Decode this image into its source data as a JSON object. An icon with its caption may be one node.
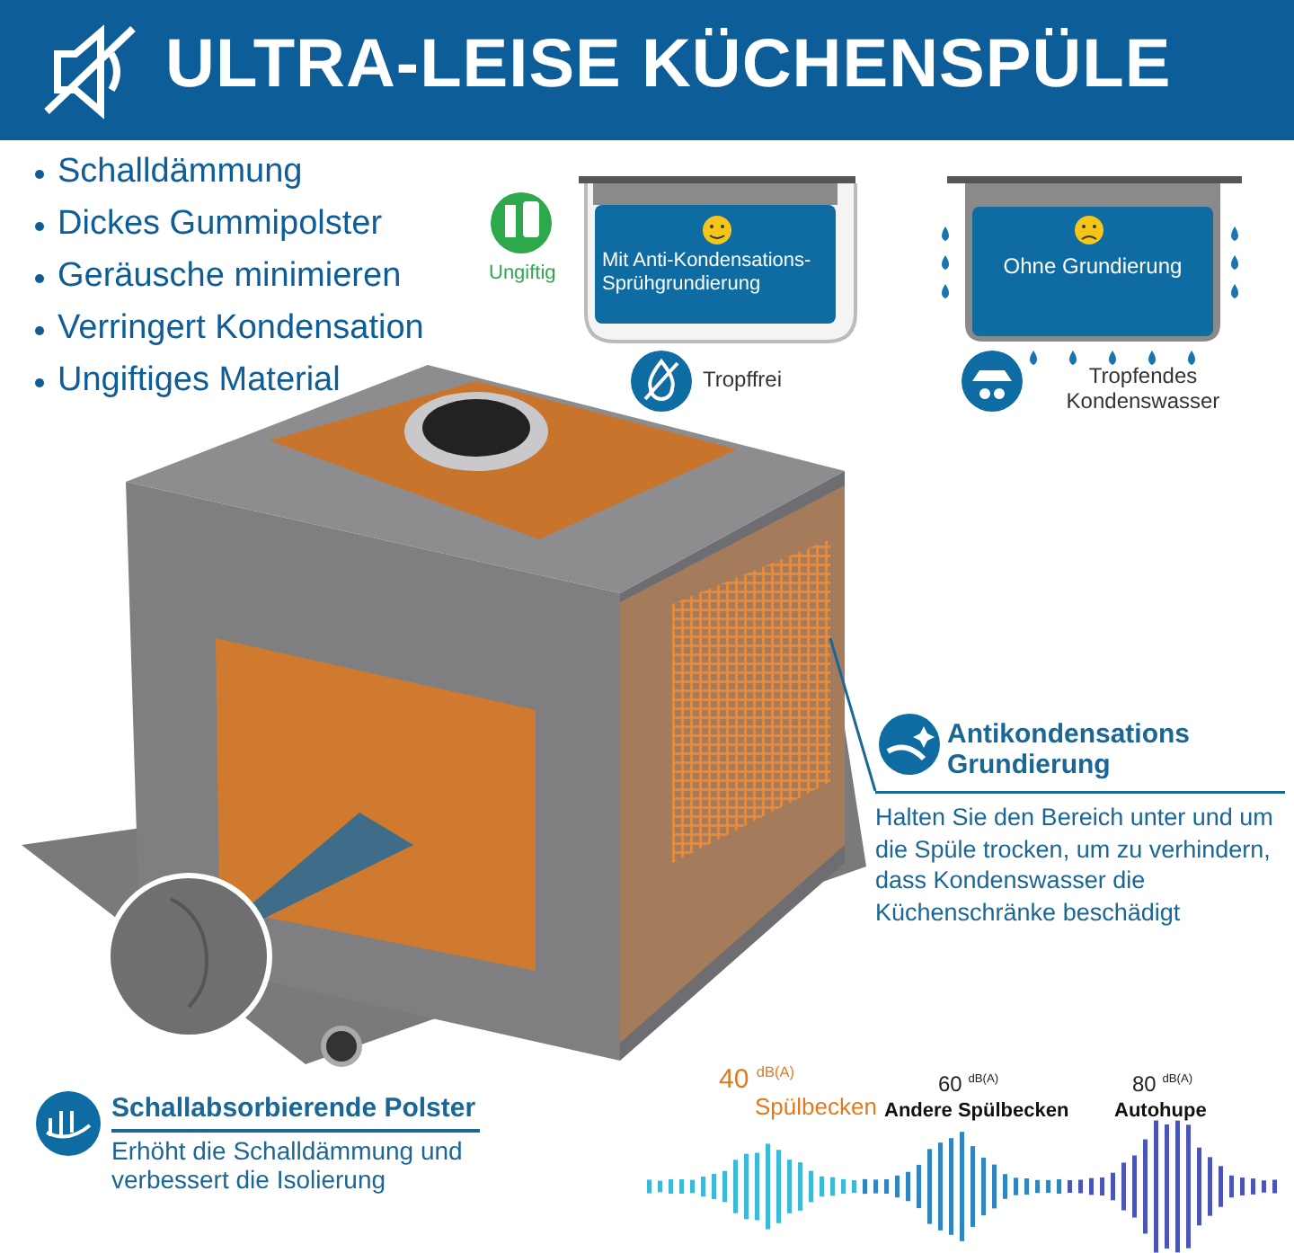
{
  "diagram": {
    "title": "ULTRA-LEISE KÜCHENSPÜLE",
    "nodes": [
      {
        "text": [
          "Antikondensations Grundierung",
          "Halten Sie den Bereich unter und um die Spüle trocken, um zu verhindern, dass Kondenswasser die Küchenschränke beschädigt"
        ]
      },
      {
        "text": [],
        "shape": "box"
      }
    ],
    "edges": [
      {
        "from": 0,
        "to": 1,
        "arrow": "none"
      }
    ],
    "labels": [
      "Schalldämmung",
      "Dickes Gummipolster",
      "Geräusche minimieren",
      "Verringert Kondensation",
      "Ungiftiges Material",
      "Ungiftig",
      "Mit Anti-Kondensations-Sprühgrundierung",
      "Tropffrei",
      "Ohne Grundierung",
      "Tropfendes Kondenswasser",
      "Schallabsorbierende Polster",
      "Erhöht die Schalldämmung und verbessert die Isolierung",
      "40 $^{dB(A)}$",
      "Spülbecken",
      "60 $^{dB(A)}$",
      "Andere Spülbecken",
      "80 $^{dB(A)}$",
      "Autohupe"
    ]
  }
}
